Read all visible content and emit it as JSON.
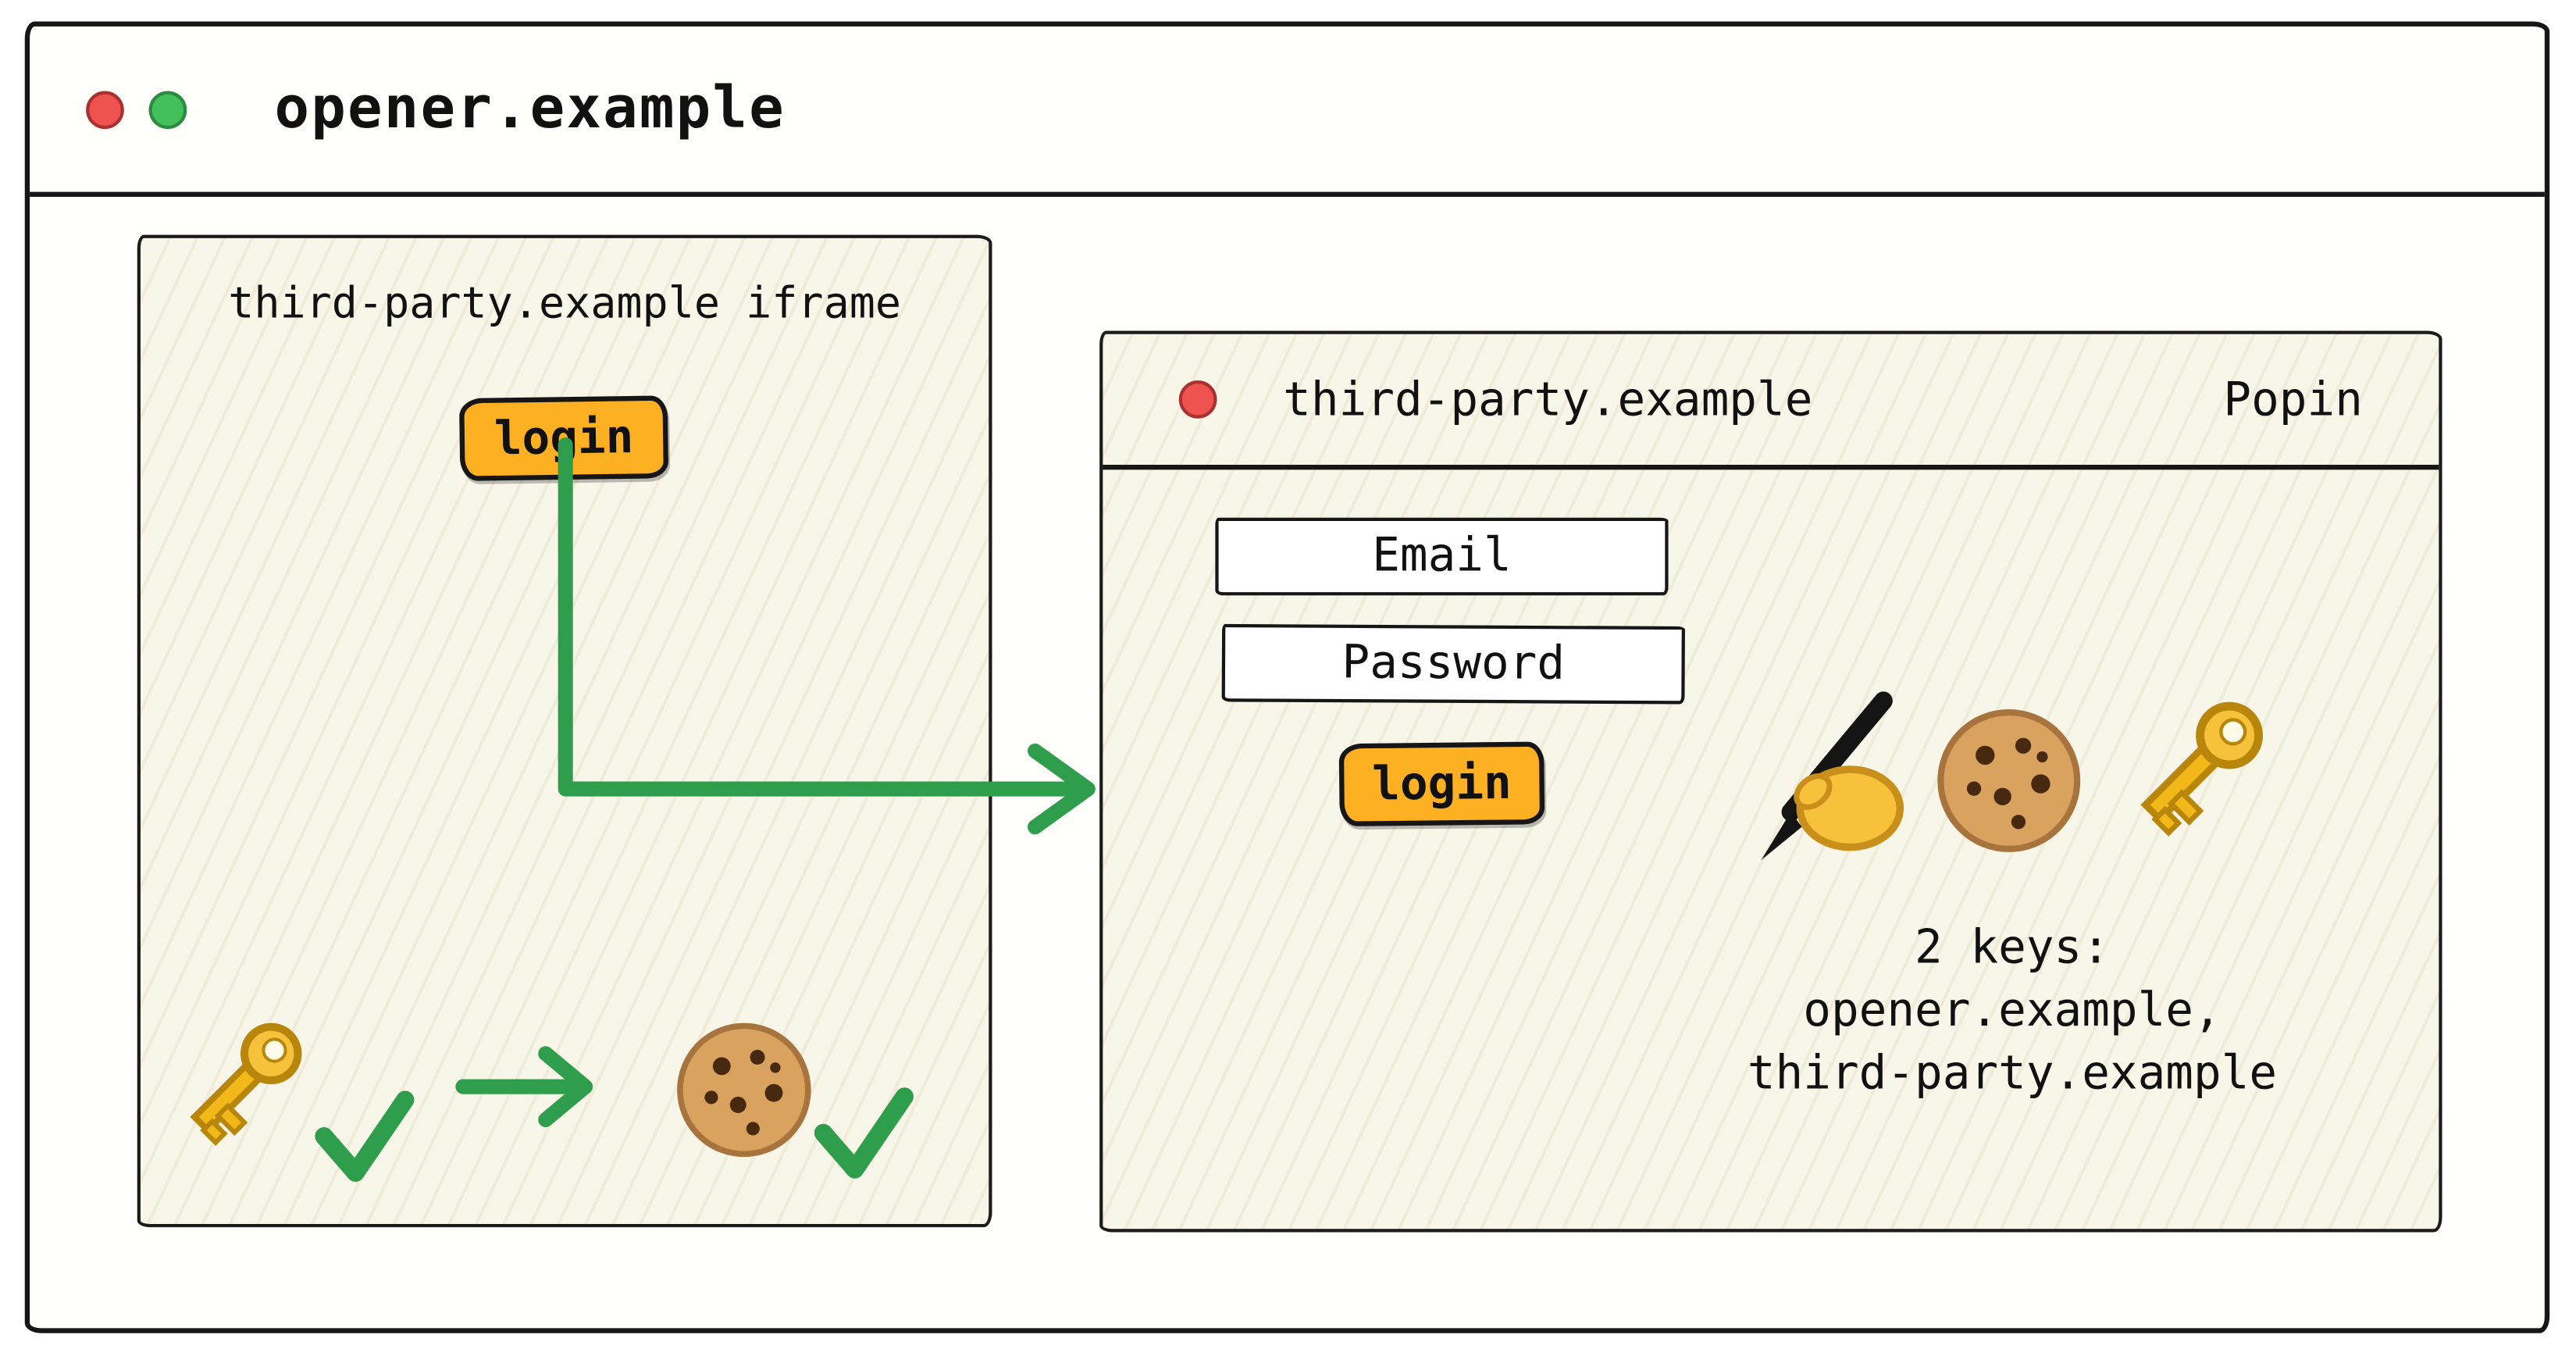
{
  "window": {
    "title": "opener.example",
    "traffic_lights": [
      "red",
      "green"
    ]
  },
  "iframe": {
    "label": "third-party.example iframe",
    "login_label": "login"
  },
  "popup": {
    "title": "third-party.example",
    "badge": "Popin",
    "email_label": "Email",
    "password_label": "Password",
    "login_label": "login",
    "note_lines": [
      "2 keys:",
      "opener.example,",
      "third-party.example"
    ]
  },
  "icons": {
    "iframe_bottom": [
      "key-icon",
      "checkmark-icon",
      "arrow-right-icon",
      "cookie-icon",
      "checkmark-icon"
    ],
    "popup_row": [
      "writing-hand-icon",
      "cookie-icon",
      "key-icon"
    ]
  },
  "colors": {
    "accent_green": "#2f9e4c",
    "button_orange": "#fdb022",
    "box_cream": "#f8f5e9",
    "ink": "#161616",
    "traffic_red": "#ef5350",
    "traffic_green": "#43c05b"
  }
}
